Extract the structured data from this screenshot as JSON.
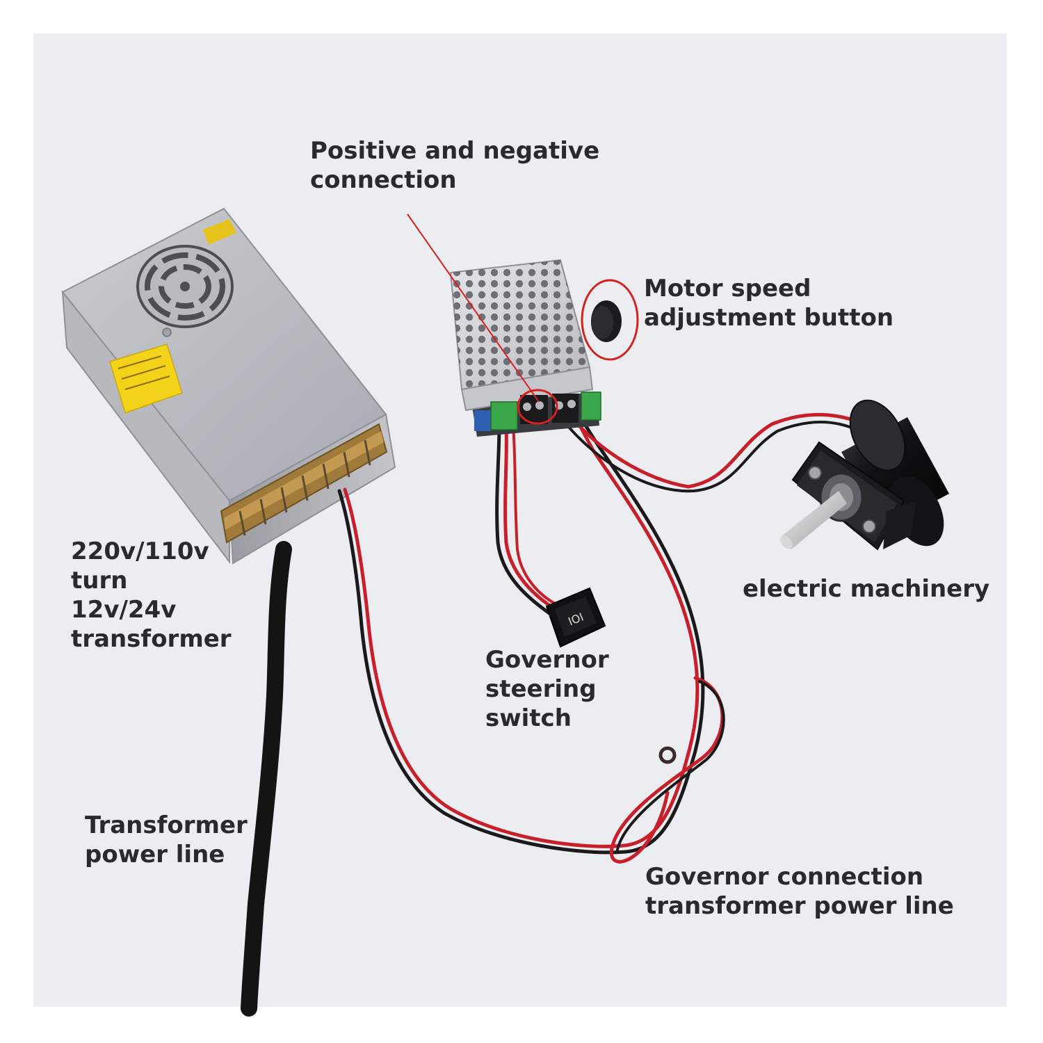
{
  "labels": {
    "positive_negative": [
      "Positive and negative",
      "connection"
    ],
    "motor_speed": [
      "Motor speed",
      "adjustment button"
    ],
    "transformer": [
      "220v/110v",
      "turn",
      "12v/24v",
      "transformer"
    ],
    "electric_machinery": [
      "electric machinery"
    ],
    "governor_switch": [
      "Governor",
      "steering",
      "switch"
    ],
    "transformer_power_line": [
      "Transformer",
      "power line"
    ],
    "governor_connection": [
      "Governor connection",
      "transformer power line"
    ]
  },
  "switch_text": "IOI",
  "colors": {
    "background": "#ecedf1",
    "annotation_red": "#d42020",
    "wire_red": "#c8202a",
    "wire_black": "#1a1a1a",
    "label_text": "#2a2a2e",
    "terminal_green": "#3aa84a",
    "terminal_blue": "#2f5fb0"
  },
  "icons": [
    "fan-icon",
    "knob-icon",
    "switch-icon",
    "motor-icon"
  ]
}
